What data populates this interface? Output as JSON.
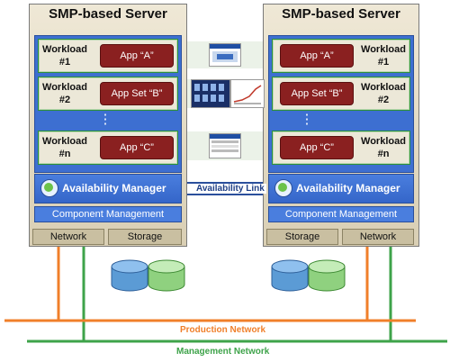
{
  "left_server": {
    "title": "SMP-based Server",
    "workloads": [
      {
        "label": "Workload\n#1",
        "app": "App “A”"
      },
      {
        "label": "Workload\n#2",
        "app": "App Set “B”"
      },
      {
        "label": "Workload\n#n",
        "app": "App “C”"
      }
    ],
    "ellipsis": "⋮",
    "availability_manager": "Availability Manager",
    "component_management": "Component Management",
    "boxes": [
      "Network",
      "Storage"
    ]
  },
  "right_server": {
    "title": "SMP-based Server",
    "workloads": [
      {
        "label": "Workload\n#1",
        "app": "App “A”"
      },
      {
        "label": "Workload\n#2",
        "app": "App Set “B”"
      },
      {
        "label": "Workload\n#n",
        "app": "App “C”"
      }
    ],
    "ellipsis": "⋮",
    "availability_manager": "Availability Manager",
    "component_management": "Component Management",
    "boxes": [
      "Storage",
      "Network"
    ]
  },
  "availability_link": "Availability Link",
  "production_network": "Production Network",
  "management_network": "Management Network",
  "colors": {
    "production": "#f07f2a",
    "management": "#3ea34a",
    "blue": "#3d6fd1",
    "app_red": "#8a2020",
    "disk_blue": "#5b9bd5",
    "disk_green": "#8fd17f"
  }
}
